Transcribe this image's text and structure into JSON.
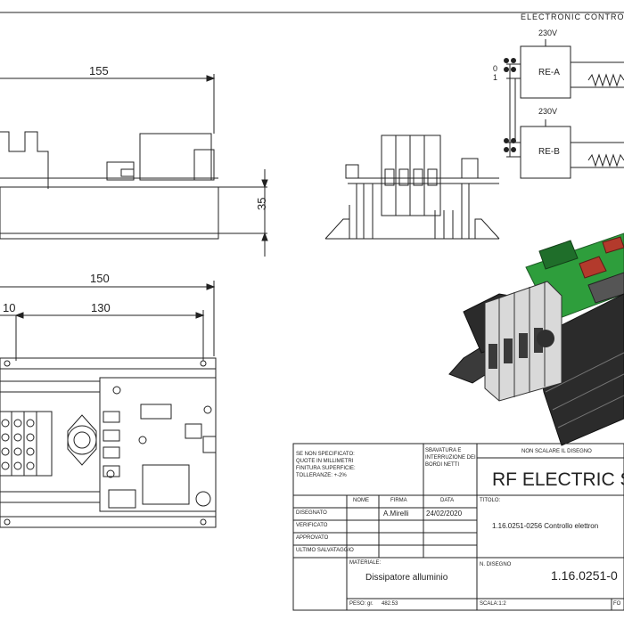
{
  "dimensions": {
    "top_width": "155",
    "height": "35",
    "bottom_overall": "150",
    "bottom_partial": "10",
    "bottom_inner": "130"
  },
  "schematic": {
    "header": "ELECTRONIC CONTRO",
    "relay_a": {
      "label": "RE-A",
      "supply": "230V"
    },
    "relay_b": {
      "label": "RE-B",
      "supply": "230V"
    },
    "pin_0": "0",
    "pin_1": "1"
  },
  "title_block": {
    "notes": [
      "SE NON SPECIFICATO:",
      "QUOTE IN MILLIMETRI",
      "FINITURA SUPERFICIE:",
      "TOLLERANZE: +-2%"
    ],
    "edges_note": [
      "SBAVATURA E",
      "INTERRUZIONE DEI",
      "BORDI NETTI"
    ],
    "no_scale": "NON SCALARE IL DISEGNO",
    "company": "RF ELECTRIC S",
    "col_name": "NOME",
    "col_sign": "FIRMA",
    "col_date": "DATA",
    "titolo_label": "TITOLO:",
    "rows": {
      "drawn": "DISEGNATO",
      "checked": "VERIFICATO",
      "approved": "APPROVATO",
      "last_saved": "ULTIMO SALVATAGGIO"
    },
    "drawn_by": "A.Mirelli",
    "drawn_date": "24/02/2020",
    "title_value": "1.16.0251-0256 Controllo elettron",
    "material_label": "MATERIALE:",
    "material_value": "Dissipatore alluminio",
    "drawing_no_label": "N. DISEGNO",
    "drawing_no_value": "1.16.0251-0",
    "weight_label": "PESO: gr.",
    "weight_value": "482.53",
    "scale_label": "SCALA:1:2",
    "sheet_label": "FO"
  },
  "colors": {
    "line": "#222222",
    "pcb_green": "#2e9e3c",
    "heatsink": "#2b2b2b",
    "terminal": "#d9d9d9"
  }
}
